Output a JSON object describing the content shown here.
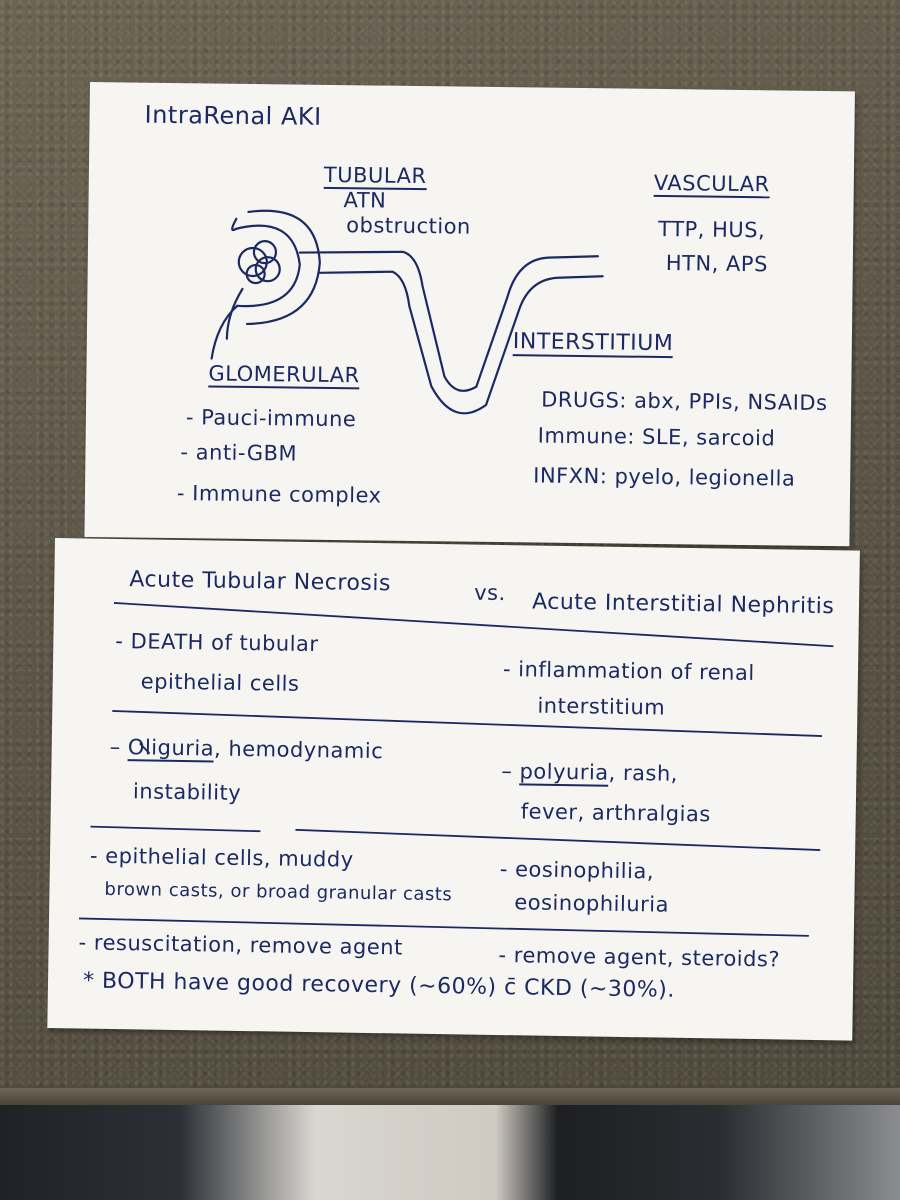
{
  "card1": {
    "title": "IntraRenal AKI",
    "tubular": {
      "heading": "TUBULAR",
      "items": [
        "ATN",
        "obstruction"
      ]
    },
    "vascular": {
      "heading": "VASCULAR",
      "lines": [
        "TTP, HUS,",
        "HTN, APS"
      ]
    },
    "interstitium": {
      "heading": "INTERSTITIUM",
      "lines": [
        "DRUGS: abx, PPIs, NSAIDs",
        "Immune: SLE, sarcoid",
        "INFXN: pyelo, legionella"
      ]
    },
    "glomerular": {
      "heading": "GLOMERULAR",
      "lines": [
        "- Pauci-immune",
        "- anti-GBM",
        "- Immune complex"
      ]
    }
  },
  "card2": {
    "left_title": "Acute Tubular Necrosis",
    "vs": "vs.",
    "right_title": "Acute Interstitial Nephritis",
    "rows": [
      {
        "left": [
          "- DEATH of tubular",
          "epithelial cells"
        ],
        "right": [
          "- inflammation of renal",
          "interstitium"
        ]
      },
      {
        "left_underlined": "Oliguria",
        "left_rest": ", hemodynamic",
        "left_line2": "instability",
        "right_underlined": "polyuria",
        "right_rest": ", rash,",
        "right_line2": "fever, arthralgias"
      },
      {
        "left": [
          "- epithelial cells, muddy",
          "brown casts, or broad granular casts"
        ],
        "right": [
          "- eosinophilia,",
          "eosinophiluria"
        ]
      },
      {
        "left": [
          "- resuscitation, remove agent"
        ],
        "right": [
          "- remove agent, steroids?"
        ]
      }
    ],
    "footnote": "* BOTH have good recovery (~60%) c̄ CKD (~30%)."
  }
}
